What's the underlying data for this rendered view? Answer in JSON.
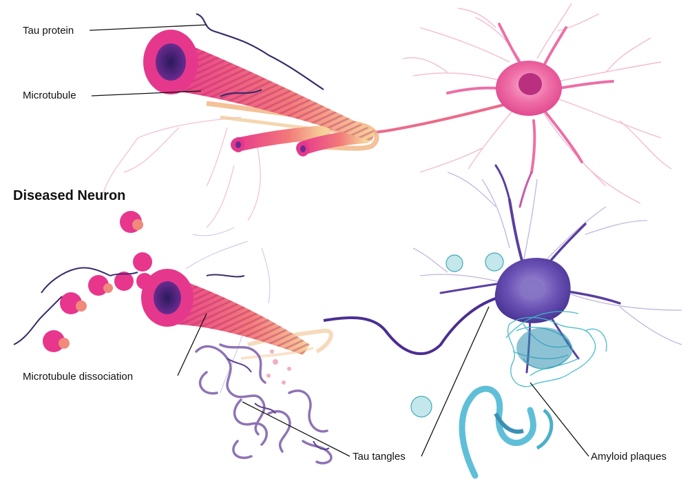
{
  "section_heading": "Diseased Neuron",
  "labels": {
    "tau_protein": "Tau protein",
    "microtubule": "Microtubule",
    "microtubule_dissociation": "Microtubule dissociation",
    "tau_tangles": "Tau tangles",
    "amyloid_plaques": "Amyloid plaques"
  },
  "colors": {
    "healthy_neuron": "#e8559a",
    "microtubule": "#ea3f8f",
    "diseased_neuron": "#5a3fa0",
    "tau_protein": "#3b2a6b",
    "tau_tangle": "#8e73b5",
    "amyloid": "#3fb8c8"
  }
}
